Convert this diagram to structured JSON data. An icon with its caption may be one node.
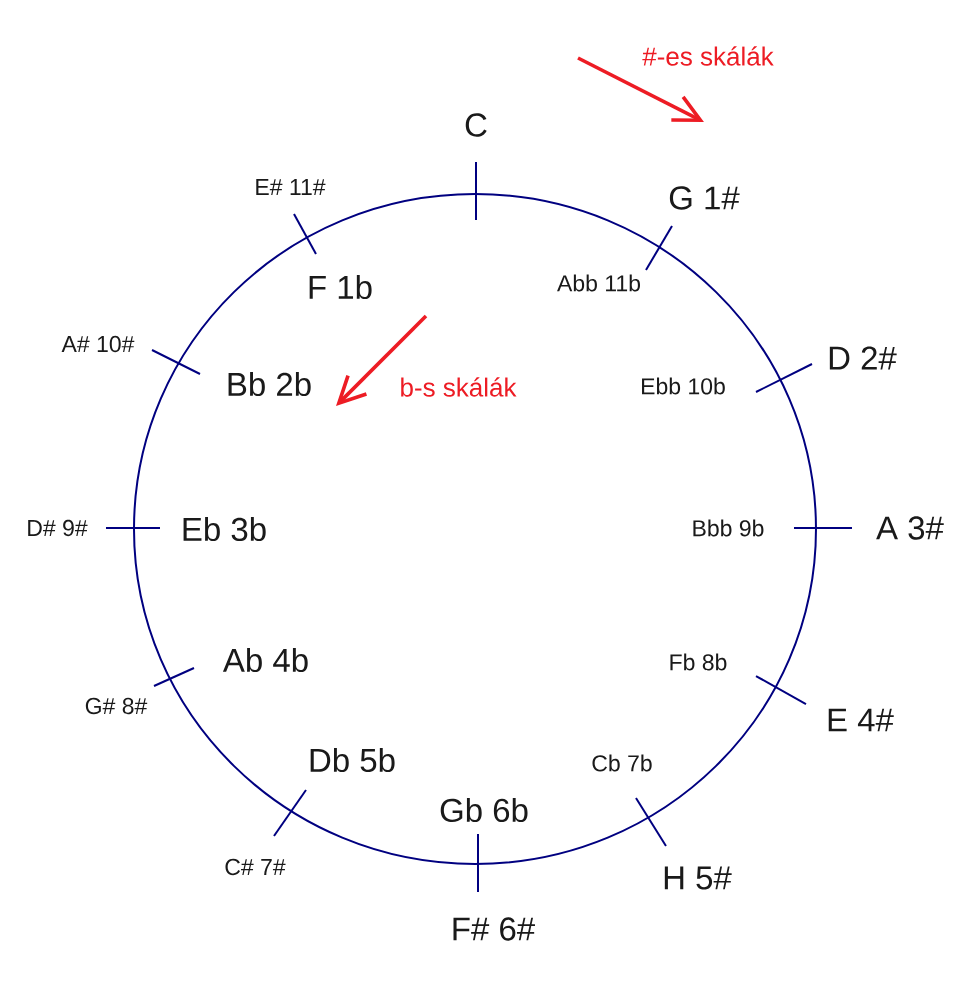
{
  "diagram": {
    "labels": [
      "#-es skálák",
      "C",
      "E# 11#",
      "G 1#",
      "F 1b",
      "Abb 11b",
      "A# 10#",
      "D 2#",
      "Bb 2b",
      "b-s skálák",
      "Ebb 10b",
      "D# 9#",
      "Eb 3b",
      "Bbb 9b",
      "A 3#",
      "Ab 4b",
      "Fb 8b",
      "G# 8#",
      "E 4#",
      "Db 5b",
      "Cb 7b",
      "Gb 6b",
      "C# 7#",
      "H 5#",
      "F# 6#"
    ]
  }
}
